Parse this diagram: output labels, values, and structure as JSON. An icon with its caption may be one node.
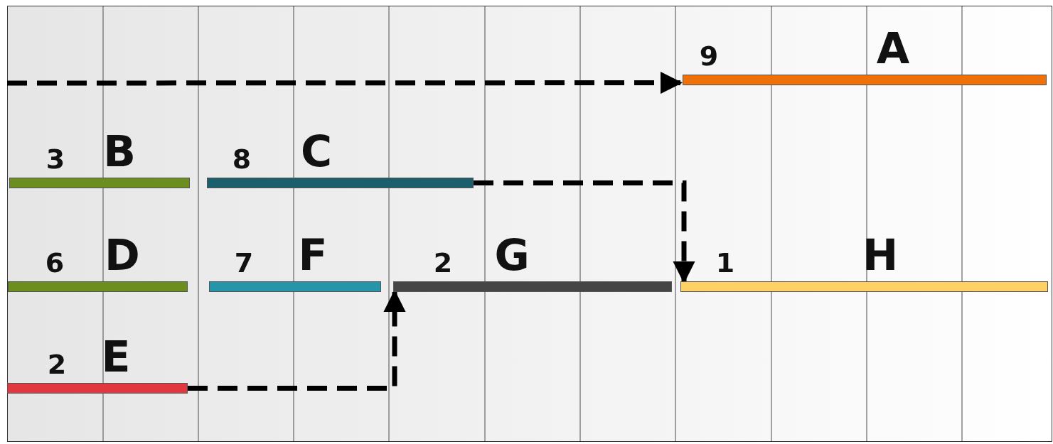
{
  "diagram": {
    "nodes": [
      {
        "text": [
          "A"
        ],
        "beside": [
          "9"
        ]
      },
      {
        "text": [
          "B"
        ],
        "beside": [
          "3"
        ]
      },
      {
        "text": [
          "C"
        ],
        "beside": [
          "8"
        ]
      },
      {
        "text": [
          "D"
        ],
        "beside": [
          "6"
        ]
      },
      {
        "text": [
          "F"
        ],
        "beside": [
          "7"
        ]
      },
      {
        "text": [
          "G"
        ],
        "beside": [
          "2"
        ]
      },
      {
        "text": [
          "H"
        ],
        "beside": [
          "1"
        ]
      },
      {
        "text": [
          "E"
        ],
        "beside": [
          "2"
        ]
      }
    ],
    "edges": [
      {
        "from": null,
        "to": 0,
        "arrow": "to",
        "style": "dashed"
      },
      {
        "from": 2,
        "to": 6,
        "arrow": "to",
        "style": "dashed"
      },
      {
        "from": 7,
        "to": 5,
        "arrow": "to",
        "style": "dashed"
      }
    ]
  }
}
